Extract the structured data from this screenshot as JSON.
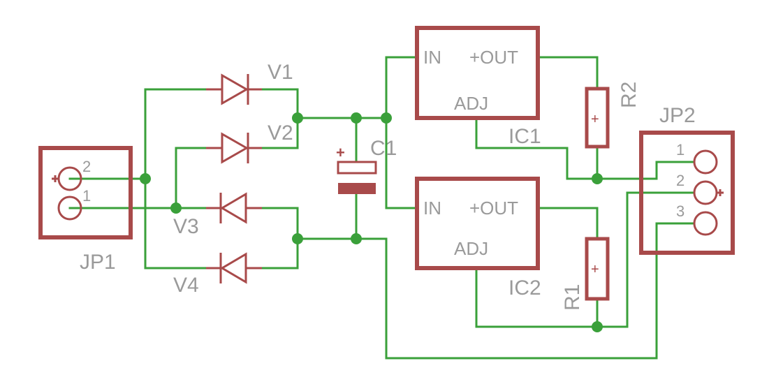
{
  "colors": {
    "wire": "#3aa03a",
    "part": "#a84a4a",
    "label": "#9a9a9a",
    "background": "#ffffff"
  },
  "jp1": {
    "name": "JP1",
    "pin2": "2",
    "pin1": "1"
  },
  "jp2": {
    "name": "JP2",
    "pin1": "1",
    "pin2": "2",
    "pin3": "3"
  },
  "diodes": {
    "v1": "V1",
    "v2": "V2",
    "v3": "V3",
    "v4": "V4"
  },
  "capacitor": {
    "name": "C1",
    "polarity": "+"
  },
  "ic1": {
    "name": "IC1",
    "in": "IN",
    "out": "+OUT",
    "adj": "ADJ"
  },
  "ic2": {
    "name": "IC2",
    "in": "IN",
    "out": "+OUT",
    "adj": "ADJ"
  },
  "resistors": {
    "r1": "R1",
    "r2": "R2",
    "plus": "+"
  }
}
